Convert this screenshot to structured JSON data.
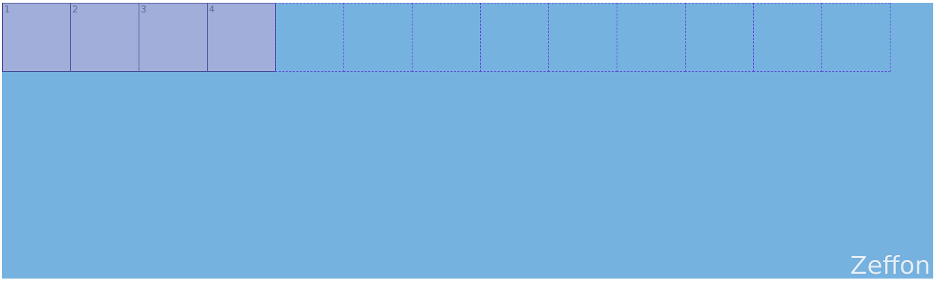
{
  "canvas": {
    "background": "#76b2e0",
    "brand": "Zeffon"
  },
  "grid": {
    "cells": [
      {
        "label": "1",
        "filled": true
      },
      {
        "label": "2",
        "filled": true
      },
      {
        "label": "3",
        "filled": true
      },
      {
        "label": "4",
        "filled": true
      },
      {
        "label": "",
        "filled": false
      },
      {
        "label": "",
        "filled": false
      },
      {
        "label": "",
        "filled": false
      },
      {
        "label": "",
        "filled": false
      },
      {
        "label": "",
        "filled": false
      },
      {
        "label": "",
        "filled": false
      },
      {
        "label": "",
        "filled": false
      },
      {
        "label": "",
        "filled": false
      },
      {
        "label": "",
        "filled": false
      }
    ],
    "filled_color": "#a1aed9",
    "empty_border_color": "#5b3fd6"
  }
}
